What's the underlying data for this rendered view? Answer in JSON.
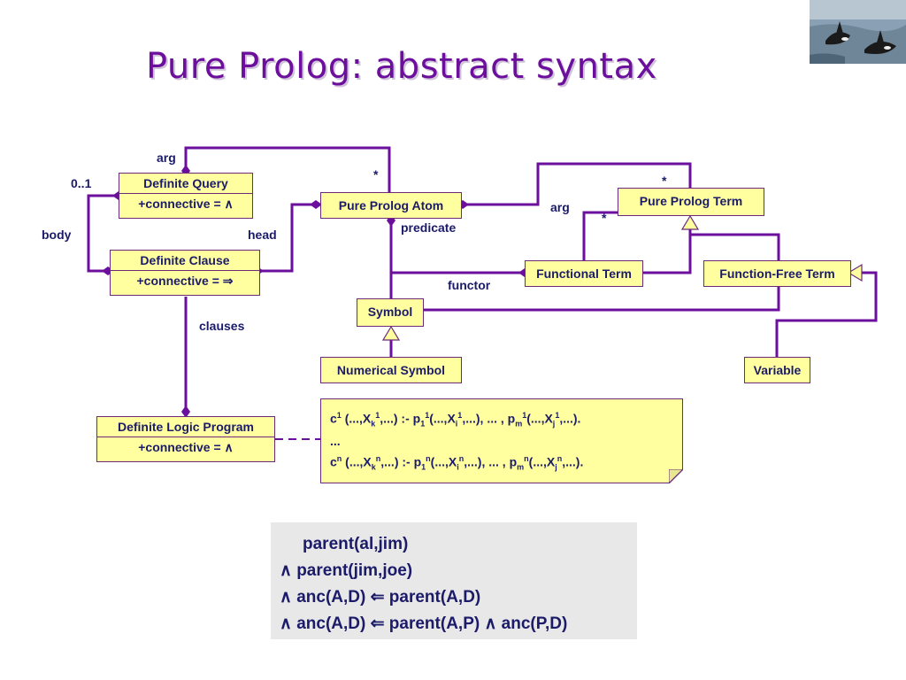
{
  "slide": {
    "title": "Pure Prolog: abstract syntax"
  },
  "colors": {
    "title": "#6b0f9c",
    "box_fill": "#ffffa0",
    "line": "#6b0f9c",
    "text": "#1b1b6a",
    "example_bg": "#e8e8e8"
  },
  "photo": {
    "icon": "orca-photo"
  },
  "boxes": {
    "definite_query": {
      "name": "Definite Query",
      "attr": "+connective = ∧"
    },
    "definite_clause": {
      "name": "Definite  Clause",
      "attr": "+connective = ⇒"
    },
    "definite_logic_program": {
      "name": "Definite  Logic Program",
      "attr": "+connective = ∧"
    },
    "pure_prolog_atom": "Pure Prolog Atom",
    "pure_prolog_term": "Pure Prolog Term",
    "functional_term": "Functional Term",
    "function_free_term": "Function-Free Term",
    "symbol": "Symbol",
    "numerical_symbol": "Numerical Symbol",
    "variable": "Variable"
  },
  "labels": {
    "arg_top": "arg",
    "zero_to_one": "0..1",
    "body": "body",
    "head": "head",
    "clauses": "clauses",
    "star_atom": "*",
    "predicate": "predicate",
    "arg_right": "arg",
    "star_term": "*",
    "star_functional": "*",
    "functor": "functor"
  },
  "clause_note": {
    "c": "c",
    "sup1": "1",
    "supn": "n",
    "open": " (...,X",
    "k": "k",
    "mid1": ",...) :- p",
    "one": "1",
    "mid2": "(...,X",
    "i": "i",
    "mid3": ",...), ... , p",
    "m": "m",
    "mid4": "(...,X",
    "j": "j",
    "end": ",...).",
    "ellipsis": "..."
  },
  "example": {
    "lines": [
      {
        "op": "",
        "text": "parent(al,jim)"
      },
      {
        "op": "∧",
        "text": " parent(jim,joe)"
      },
      {
        "op": "∧",
        "text": " anc(A,D) ⇐ parent(A,D)"
      },
      {
        "op": "∧",
        "text": " anc(A,D) ⇐ parent(A,P) ∧ anc(P,D)"
      }
    ]
  }
}
